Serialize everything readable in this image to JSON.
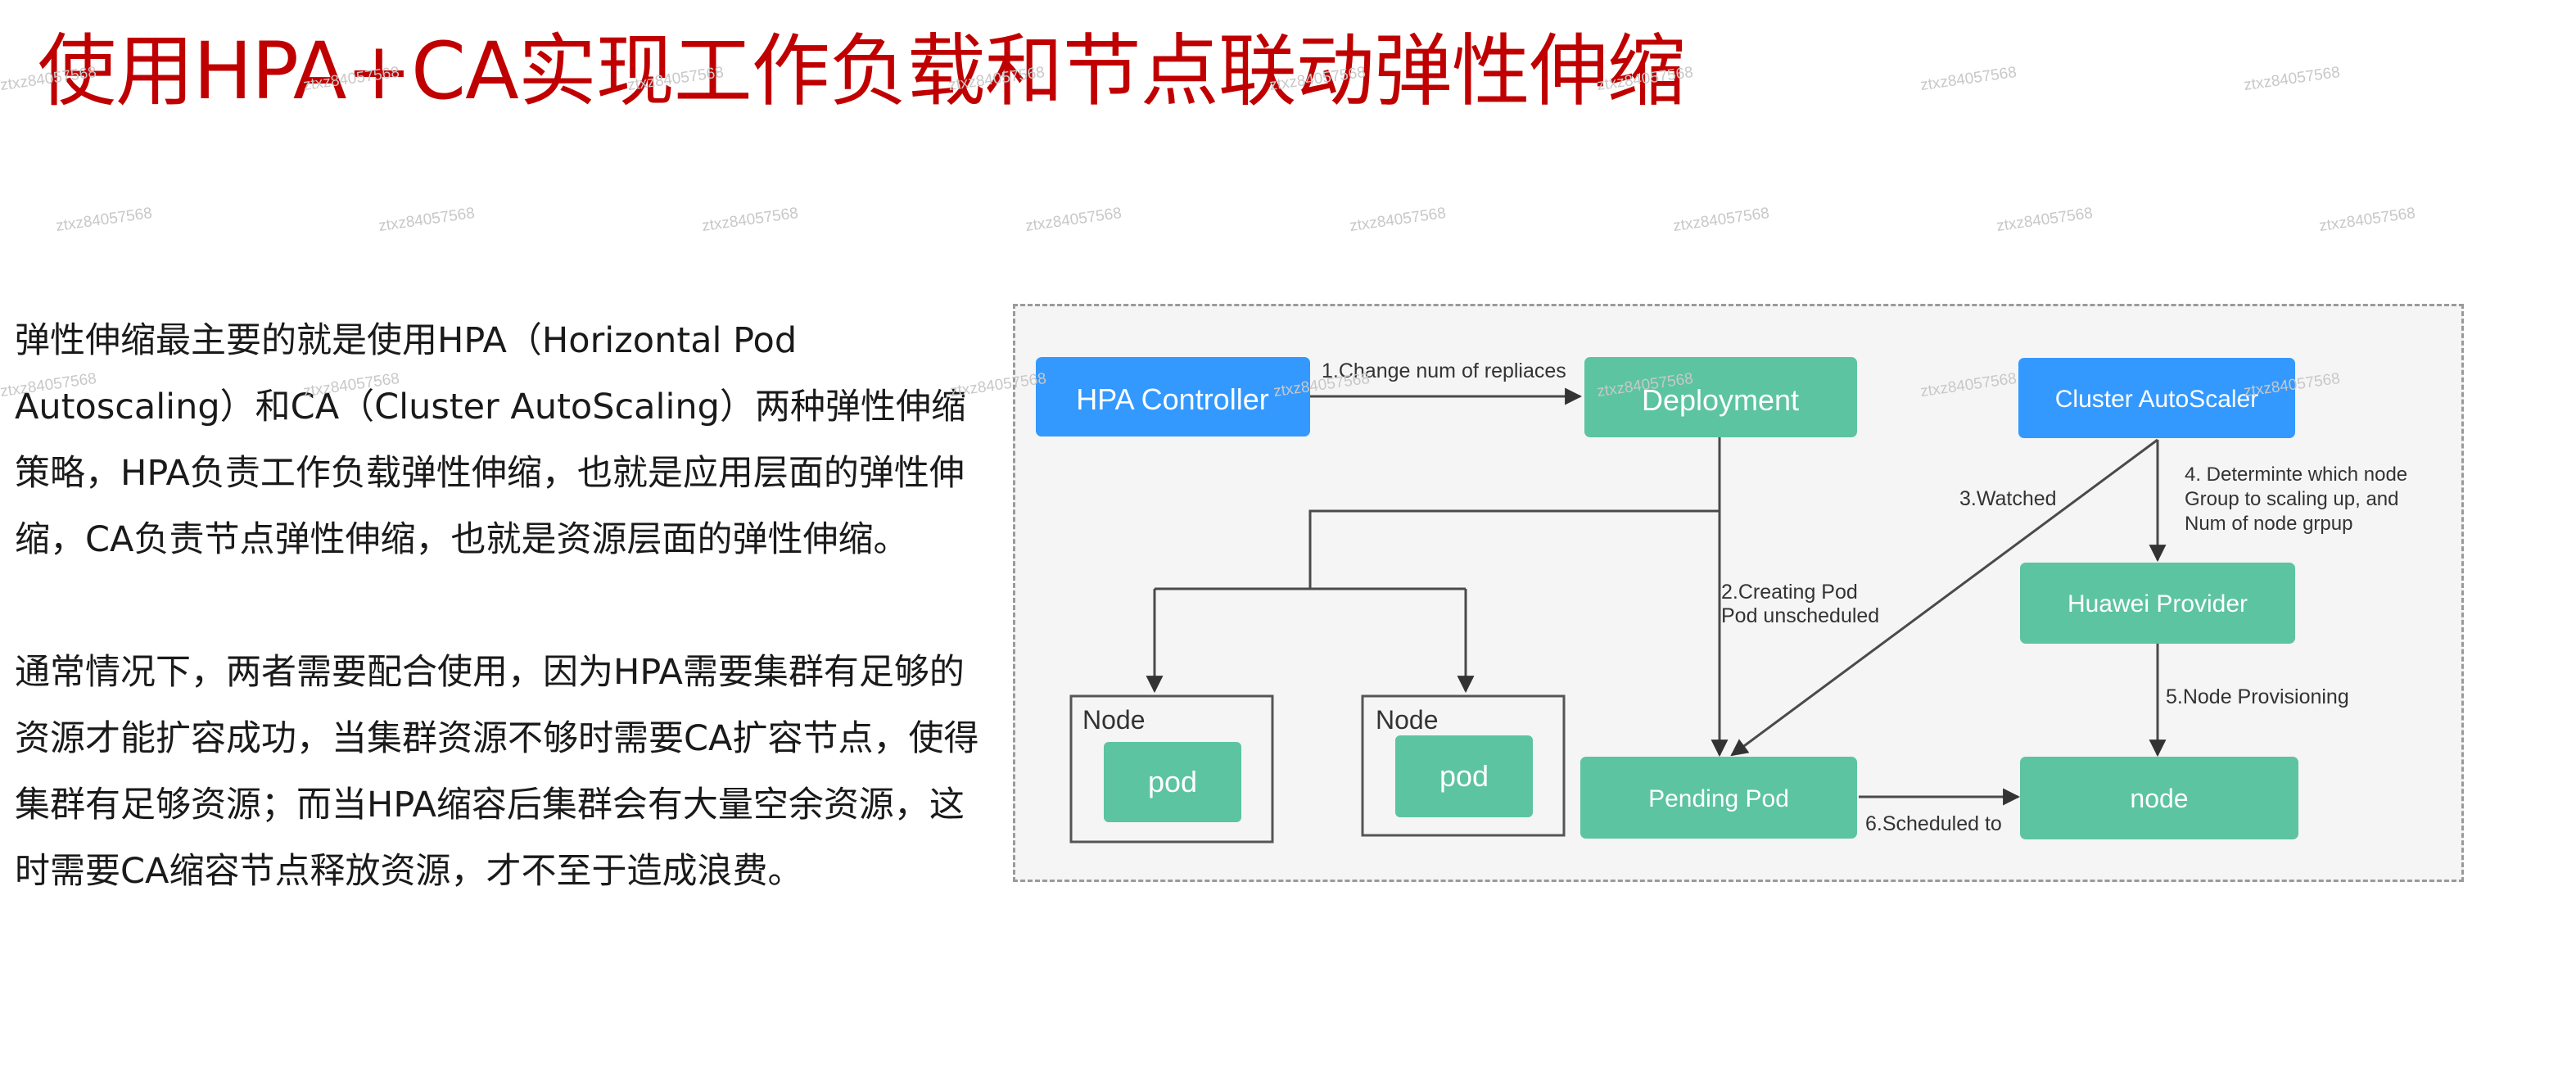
{
  "slide": {
    "title": "使用HPA+CA实现工作负载和节点联动弹性伸缩",
    "paragraphs": [
      "弹性伸缩最主要的就是使用HPA（Horizontal Pod Autoscaling）和CA（Cluster AutoScaling）两种弹性伸缩策略，HPA负责工作负载弹性伸缩，也就是应用层面的弹性伸缩，CA负责节点弹性伸缩，也就是资源层面的弹性伸缩。",
      "通常情况下，两者需要配合使用，因为HPA需要集群有足够的资源才能扩容成功，当集群资源不够时需要CA扩容节点，使得集群有足够资源；而当HPA缩容后集群会有大量空余资源，这时需要CA缩容节点释放资源，才不至于造成浪费。"
    ],
    "watermark": "ztxz84057568"
  },
  "diagram": {
    "boxes": {
      "hpa_controller": "HPA Controller",
      "deployment": "Deployment",
      "cluster_autoscaler": "Cluster AutoScaler",
      "huawei_provider": "Huawei Provider",
      "pending_pod": "Pending Pod",
      "node": "node",
      "node_group_1": "Node",
      "node_group_2": "Node",
      "pod_1": "pod",
      "pod_2": "pod"
    },
    "edge_labels": {
      "change_replicas": "1.Change num of repliaces",
      "creating_pod_line1": "2.Creating Pod",
      "creating_pod_line2": "Pod unscheduled",
      "watched": "3.Watched",
      "determine_line1": "4. Determinte which node",
      "determine_line2": "Group to scaling up, and",
      "determine_line3": "Num of node grpup",
      "node_provisioning": "5.Node Provisioning",
      "scheduled_to": "6.Scheduled to"
    },
    "colors": {
      "blue": "#3399ff",
      "green": "#5cc4a0",
      "frame_bg": "#f5f5f5",
      "title_red": "#c00000"
    }
  }
}
